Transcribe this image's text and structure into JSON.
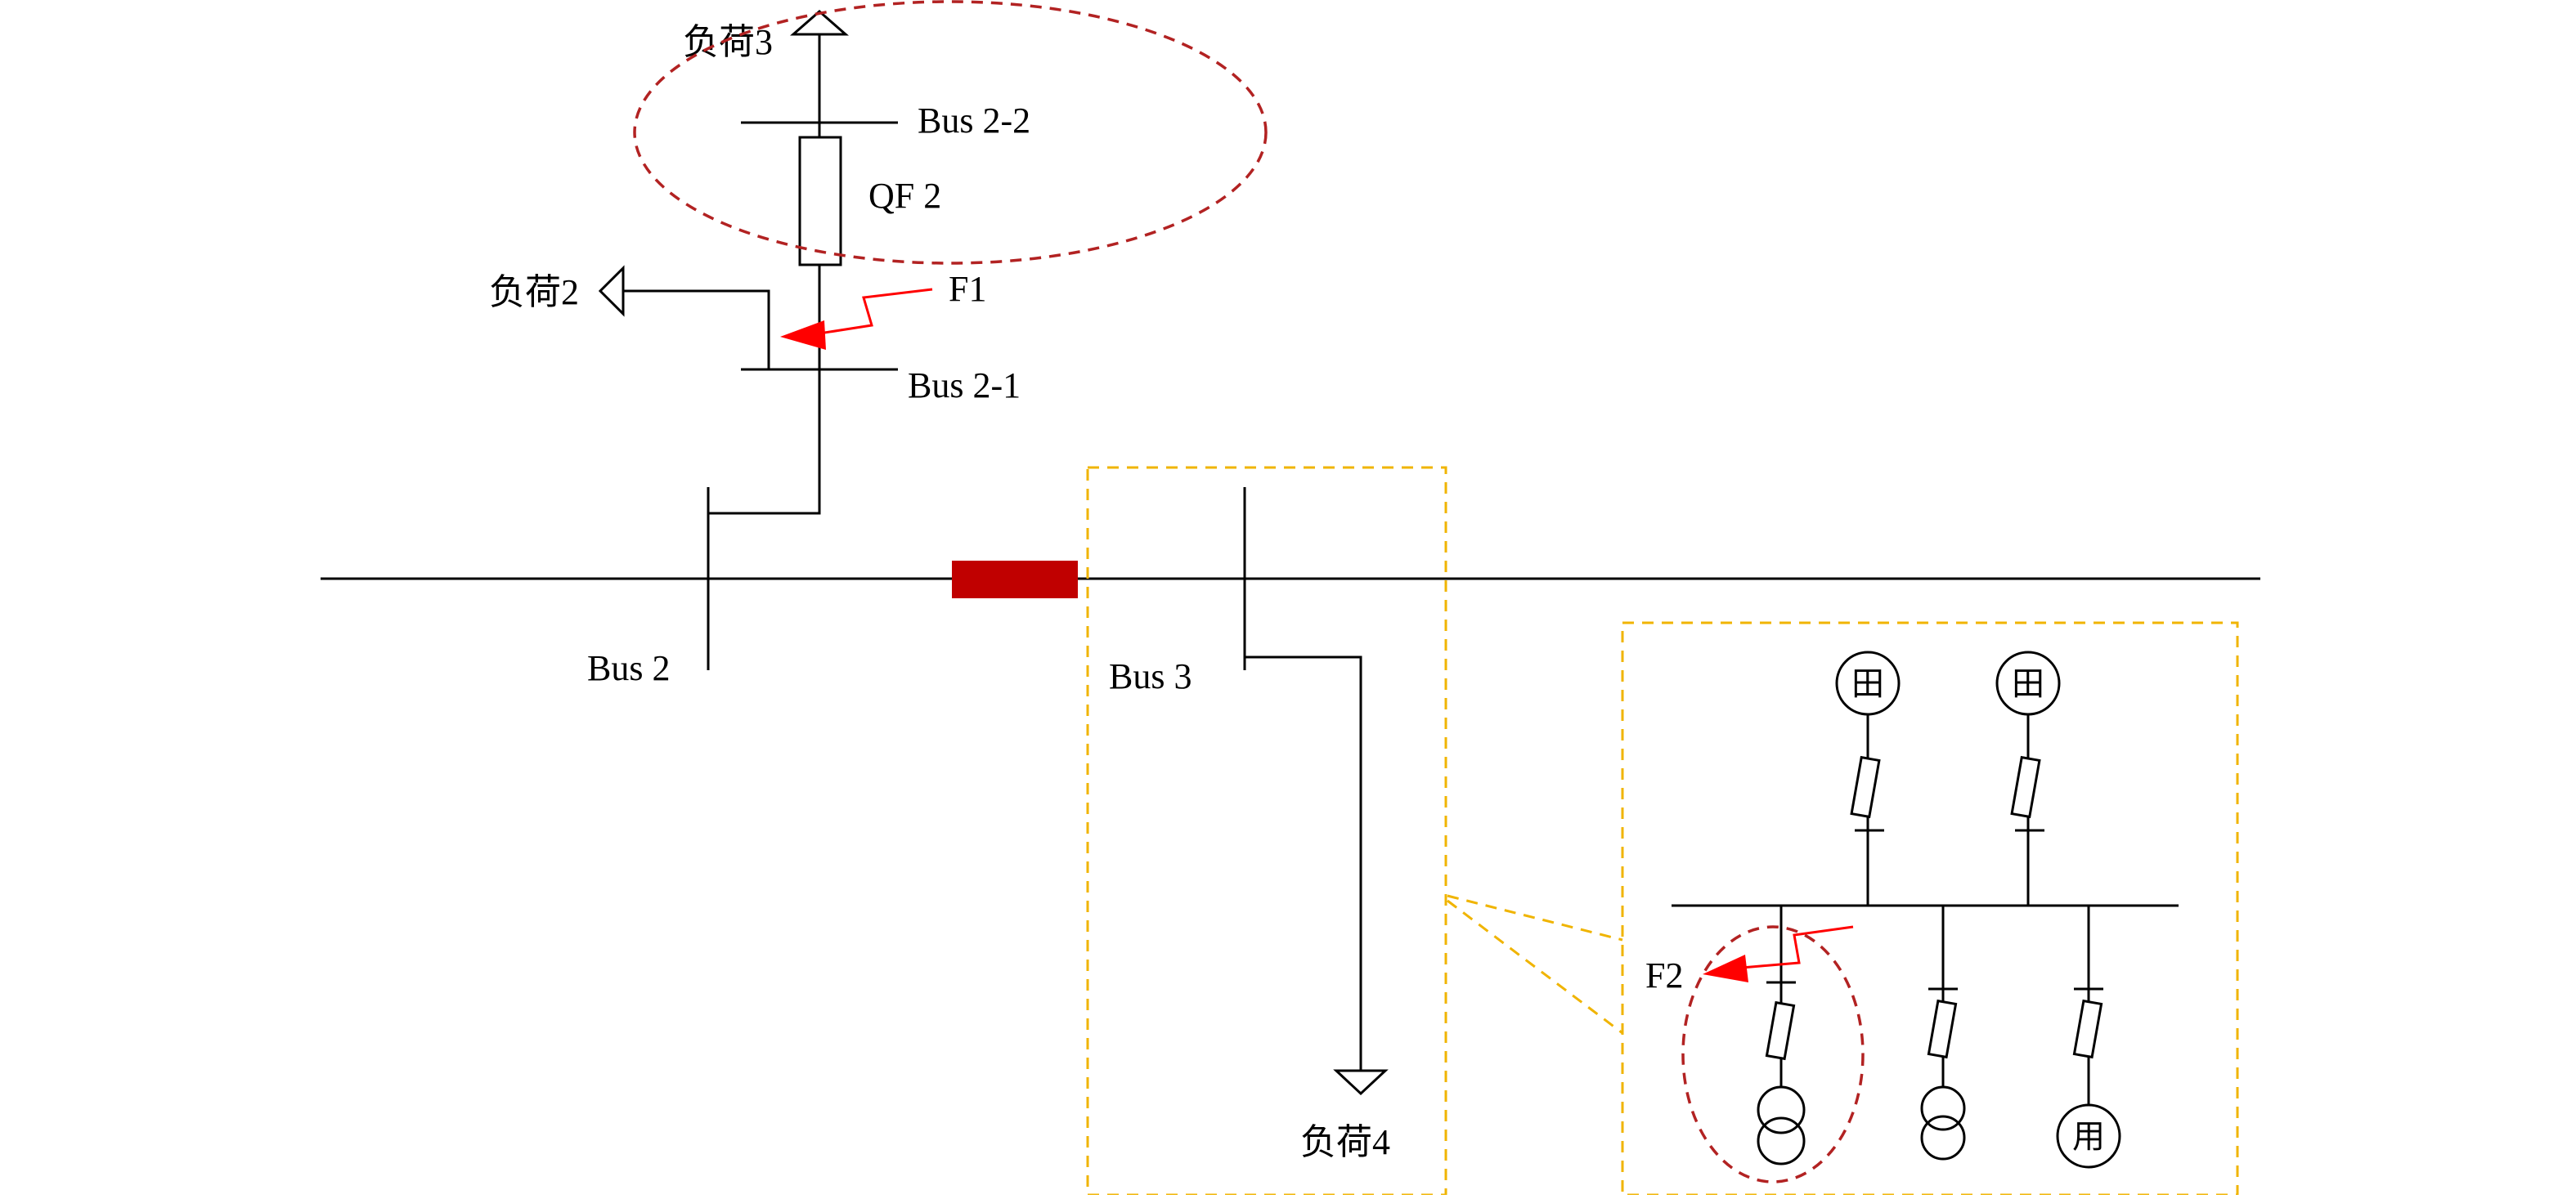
{
  "labels": {
    "load3": "负荷3",
    "load2": "负荷2",
    "load4": "负荷4",
    "bus22": "Bus 2-2",
    "bus21": "Bus 2-1",
    "qf2": "QF 2",
    "f1": "F1",
    "f2": "F2",
    "bus2": "Bus 2",
    "bus3": "Bus 3",
    "motor_symbol": "用",
    "gen_symbol": "田"
  },
  "colors": {
    "line": "#000000",
    "fault_arrow": "#ff0000",
    "circle_highlight": "#b22222",
    "zoom_box": "#f0b400",
    "breaker_block": "#c00000"
  },
  "icons": [
    "load-arrow-icon",
    "circuit-breaker-icon",
    "fault-arrow-icon",
    "transformer-icon",
    "motor-icon",
    "generator-icon",
    "fuse-icon"
  ]
}
